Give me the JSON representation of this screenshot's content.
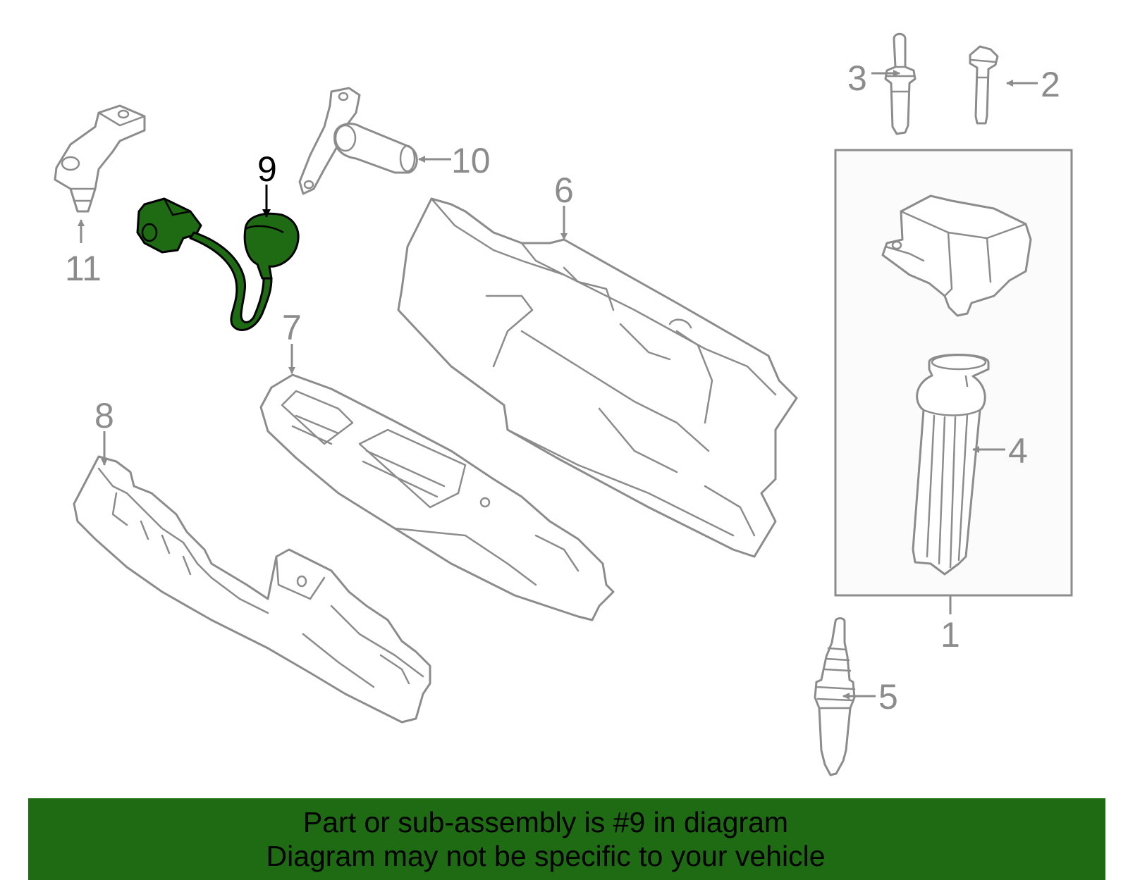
{
  "diagram": {
    "highlight_color": "#1e6b14",
    "line_color": "#8c8c8c",
    "callouts": {
      "c1": "1",
      "c2": "2",
      "c3": "3",
      "c4": "4",
      "c5": "5",
      "c6": "6",
      "c7": "7",
      "c8": "8",
      "c9": "9",
      "c10": "10",
      "c11": "11"
    },
    "highlighted_part": "9"
  },
  "banner": {
    "line1": "Part or sub-assembly is #9 in diagram",
    "line2": "Diagram may not be specific to your vehicle"
  }
}
